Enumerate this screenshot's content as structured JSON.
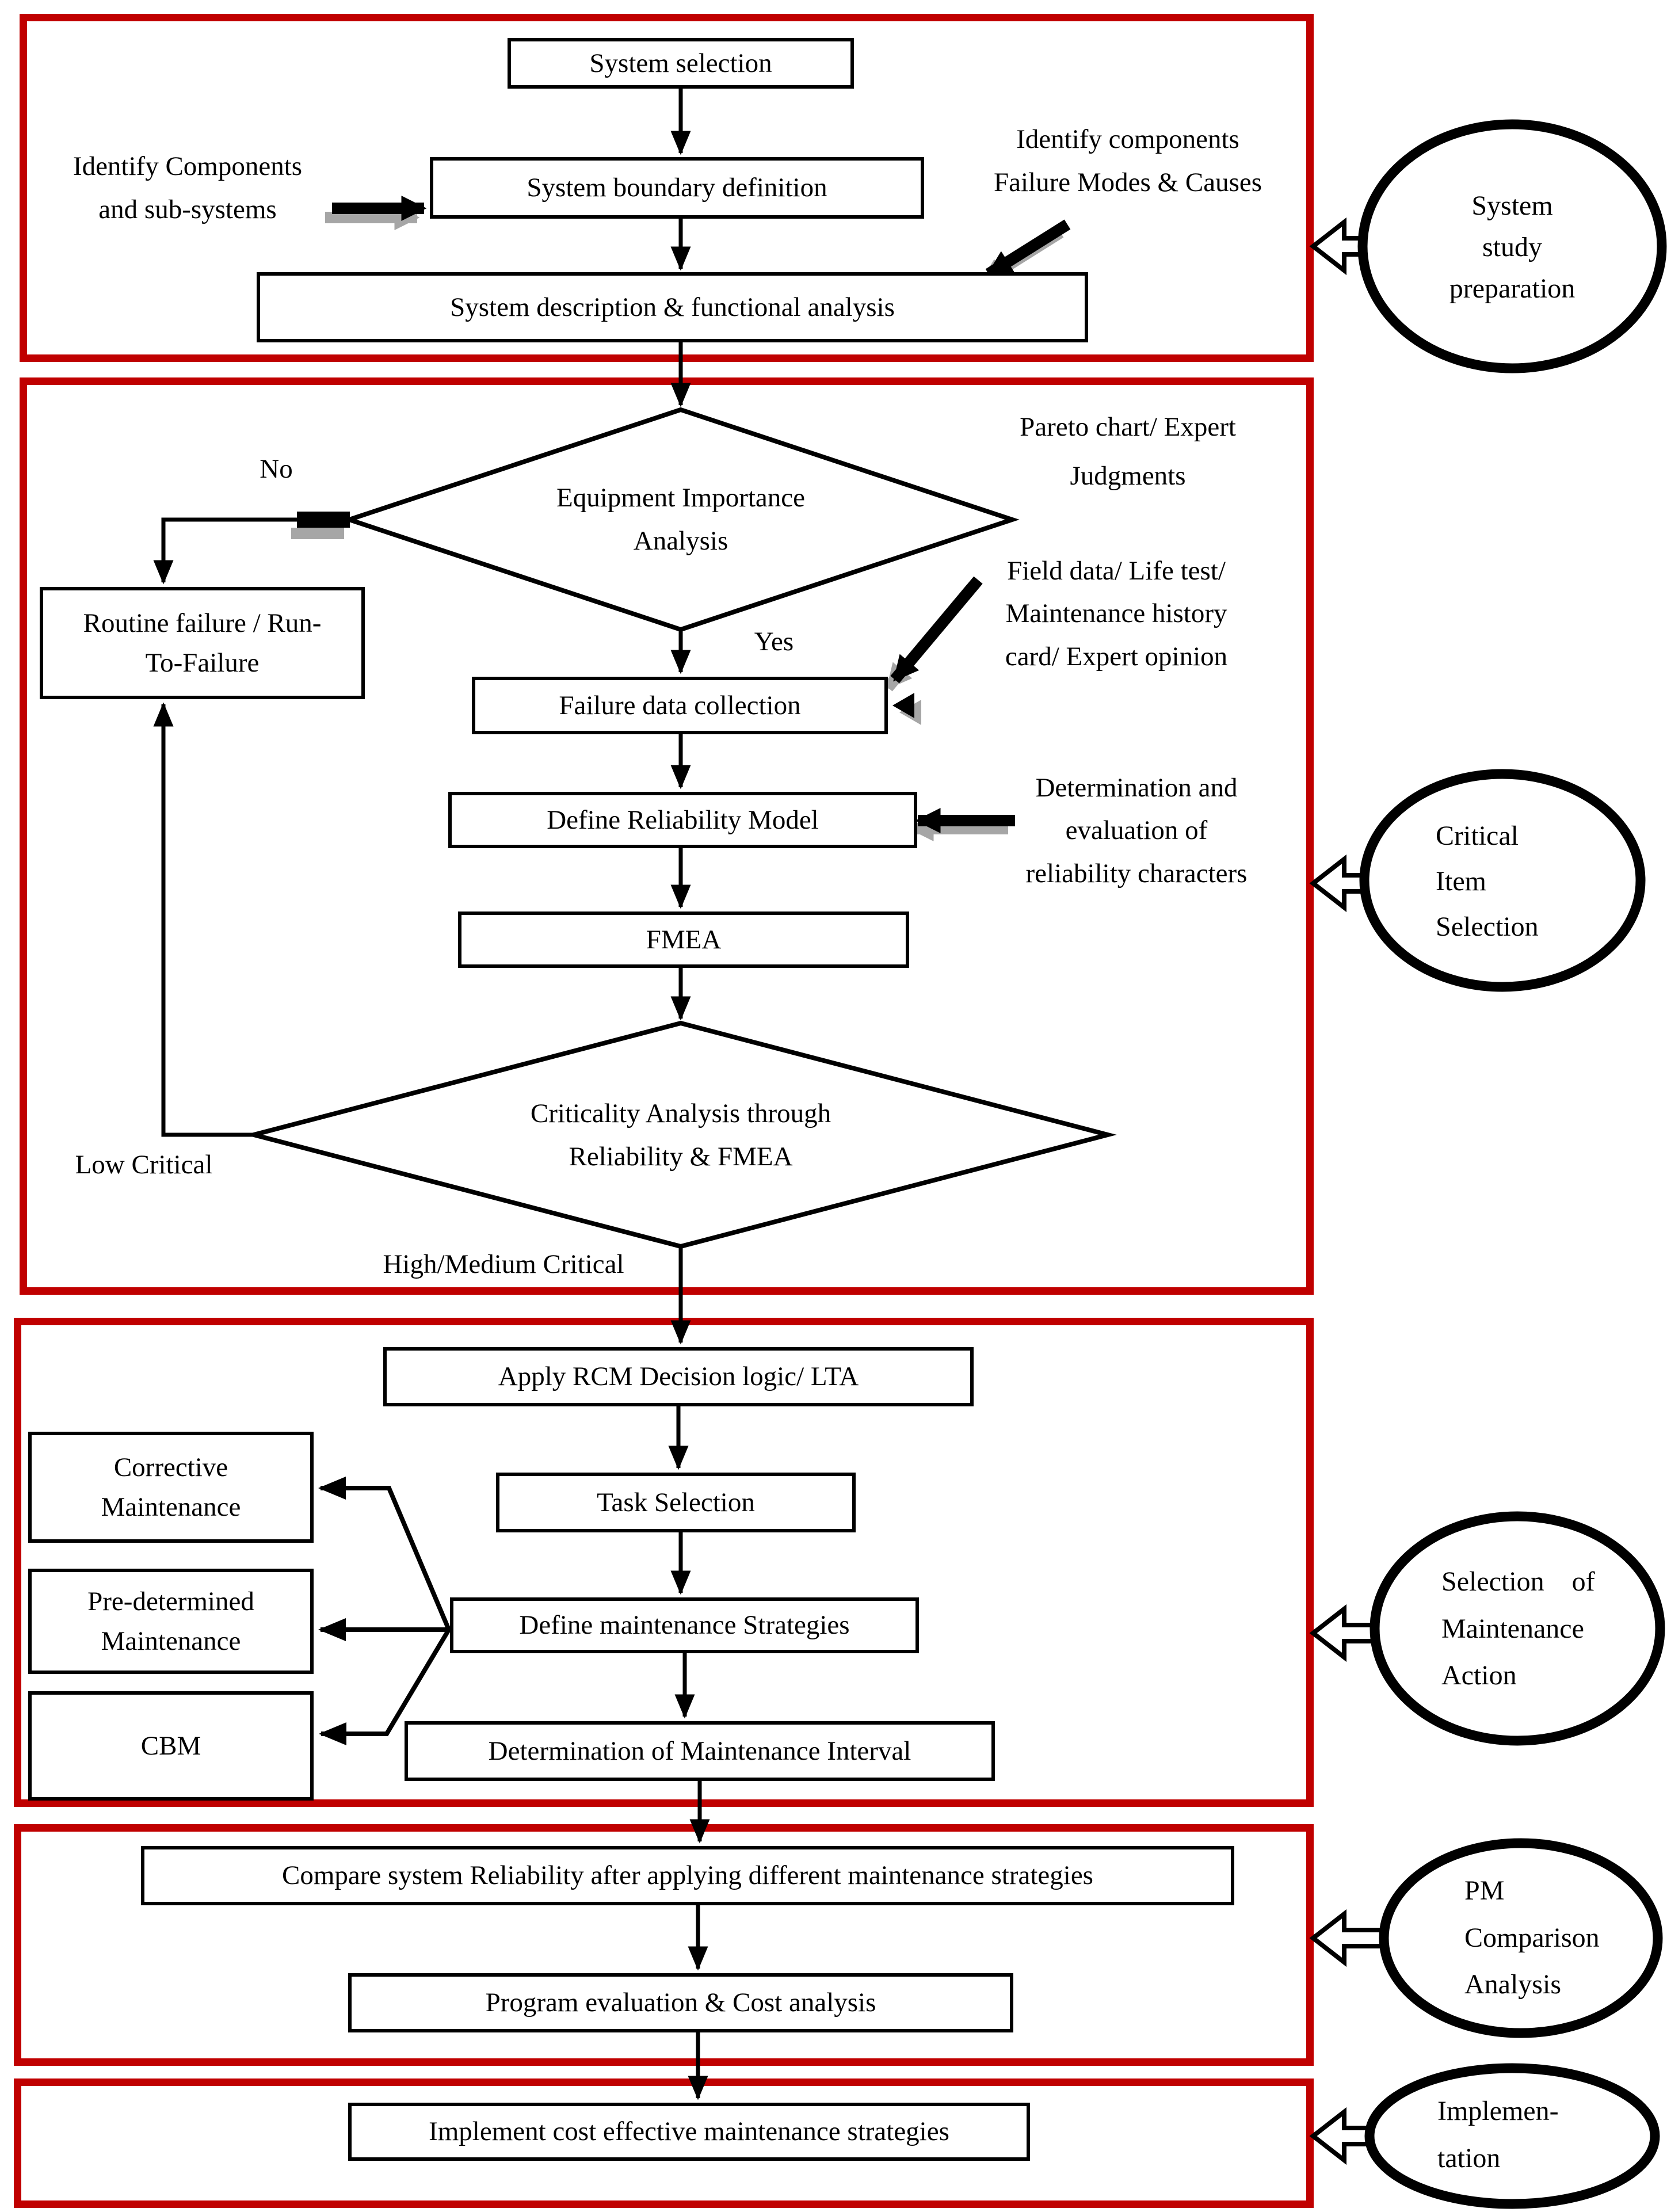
{
  "title": "RCM methodology flow diagram",
  "colors": {
    "section_border": "#C00000",
    "line": "#000000",
    "arrow_shadow": "#A6A6A6",
    "shape_fill": "#FFFFFF"
  },
  "s1": {
    "name": "System study preparation stage",
    "system_selection": "System selection",
    "system_boundary": "System boundary definition",
    "system_description": "System description & functional analysis",
    "identify_components": [
      "Identify Components",
      "and sub-systems"
    ],
    "identify_failure": [
      "Identify components",
      "Failure Modes & Causes"
    ],
    "ellipse": [
      "System",
      "study",
      "preparation"
    ]
  },
  "s2": {
    "name": "Critical item selection stage",
    "decision_importance": [
      "Equipment Importance",
      "Analysis"
    ],
    "no": "No",
    "yes": "Yes",
    "routine_failure": [
      "Routine failure / Run-",
      "To-Failure"
    ],
    "pareto": [
      "Pareto chart/ Expert",
      "Judgments"
    ],
    "field_data": [
      "Field data/ Life test/",
      "Maintenance history",
      "card/ Expert opinion"
    ],
    "failure_data": "Failure data collection",
    "define_reliability": "Define Reliability Model",
    "determination": [
      "Determination and",
      "evaluation of",
      "reliability characters"
    ],
    "fmea": "FMEA",
    "decision_criticality": [
      "Criticality Analysis through",
      "Reliability & FMEA"
    ],
    "low_critical": "Low Critical",
    "high_medium": "High/Medium Critical",
    "ellipse": [
      "Critical",
      "Item",
      "Selection"
    ]
  },
  "s3": {
    "name": "Selection of maintenance action stage",
    "apply_rcm": "Apply RCM Decision logic/ LTA",
    "task_selection": "Task Selection",
    "corrective": [
      "Corrective",
      "Maintenance"
    ],
    "predetermined": [
      "Pre-determined",
      "Maintenance"
    ],
    "cbm": "CBM",
    "define_strategies": "Define maintenance Strategies",
    "determine_interval": "Determination of Maintenance Interval",
    "ellipse": [
      "Selection    of",
      "Maintenance",
      "Action"
    ]
  },
  "s4": {
    "name": "PM comparison analysis stage",
    "compare": "Compare system Reliability after applying different maintenance strategies",
    "program_eval": "Program evaluation & Cost analysis",
    "ellipse": [
      "PM",
      "Comparison",
      "Analysis"
    ]
  },
  "s5": {
    "name": "Implementation stage",
    "implement": "Implement cost effective maintenance strategies",
    "ellipse": [
      "Implemen-",
      "tation"
    ]
  }
}
